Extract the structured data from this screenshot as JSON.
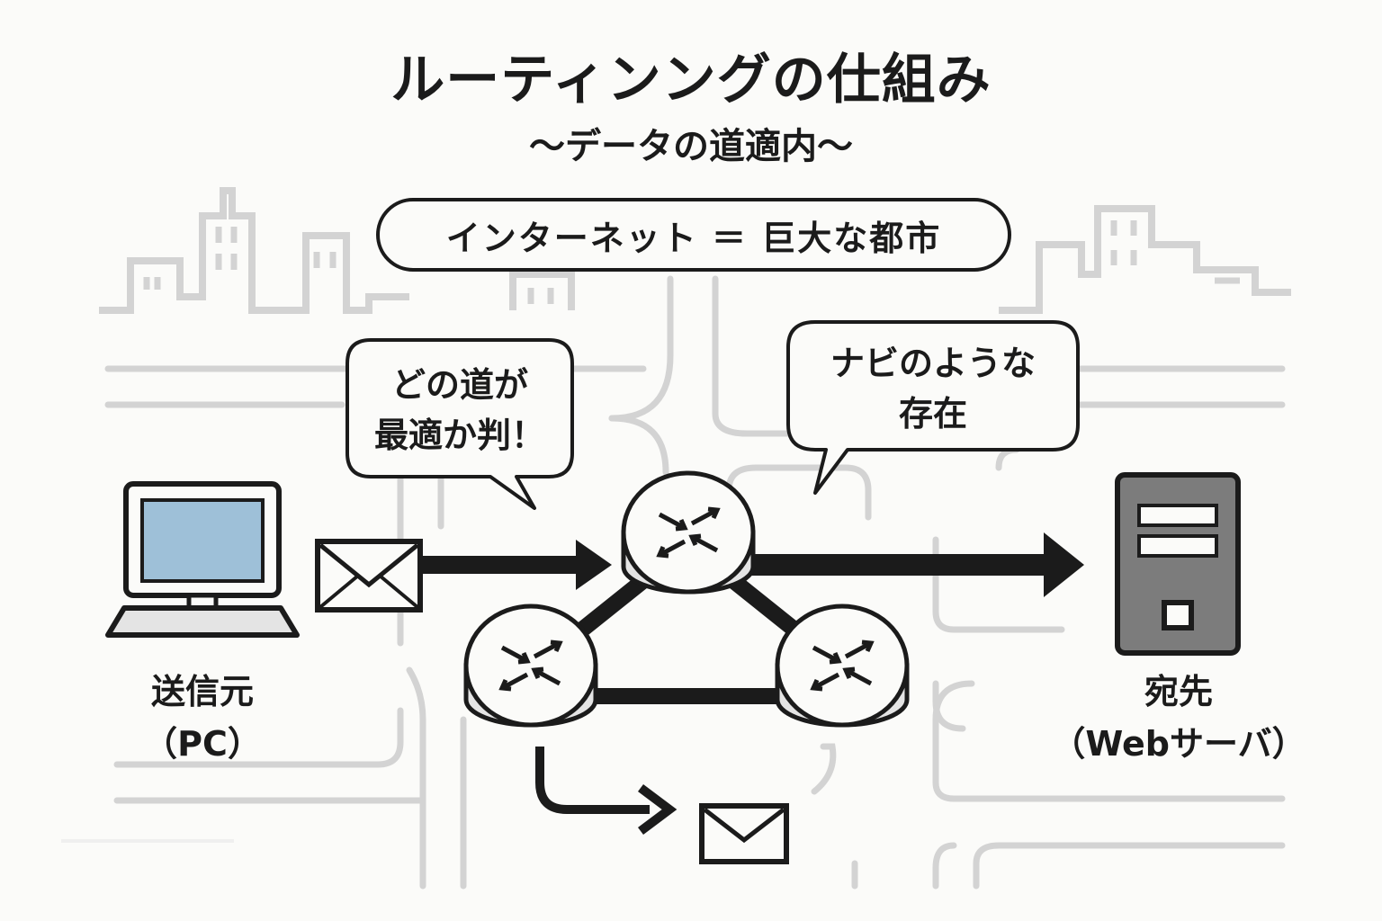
{
  "title": "ルーティンングの仕組み",
  "subtitle": "〜データの道適内〜",
  "banner": "インターネット ＝ 巨大な都市",
  "bubbles": {
    "left": {
      "line1": "どの道が",
      "line2": "最適か判！"
    },
    "right": {
      "line1": "ナビのような",
      "line2": "存在"
    }
  },
  "sender": {
    "line1": "送信元",
    "line2": "（PC）"
  },
  "destination": {
    "line1": "宛先",
    "line2": "（Webサーバ）"
  },
  "colors": {
    "ink": "#1b1b1b",
    "background": "#fbfbf9",
    "city_lines": "#d3d3d3",
    "screen": "#9ec0d8",
    "server_body": "#7c7c7c",
    "router_side": "#e4e4e4"
  },
  "icons": [
    "pc-icon",
    "server-icon",
    "router-icon",
    "envelope-icon",
    "building-icon"
  ]
}
